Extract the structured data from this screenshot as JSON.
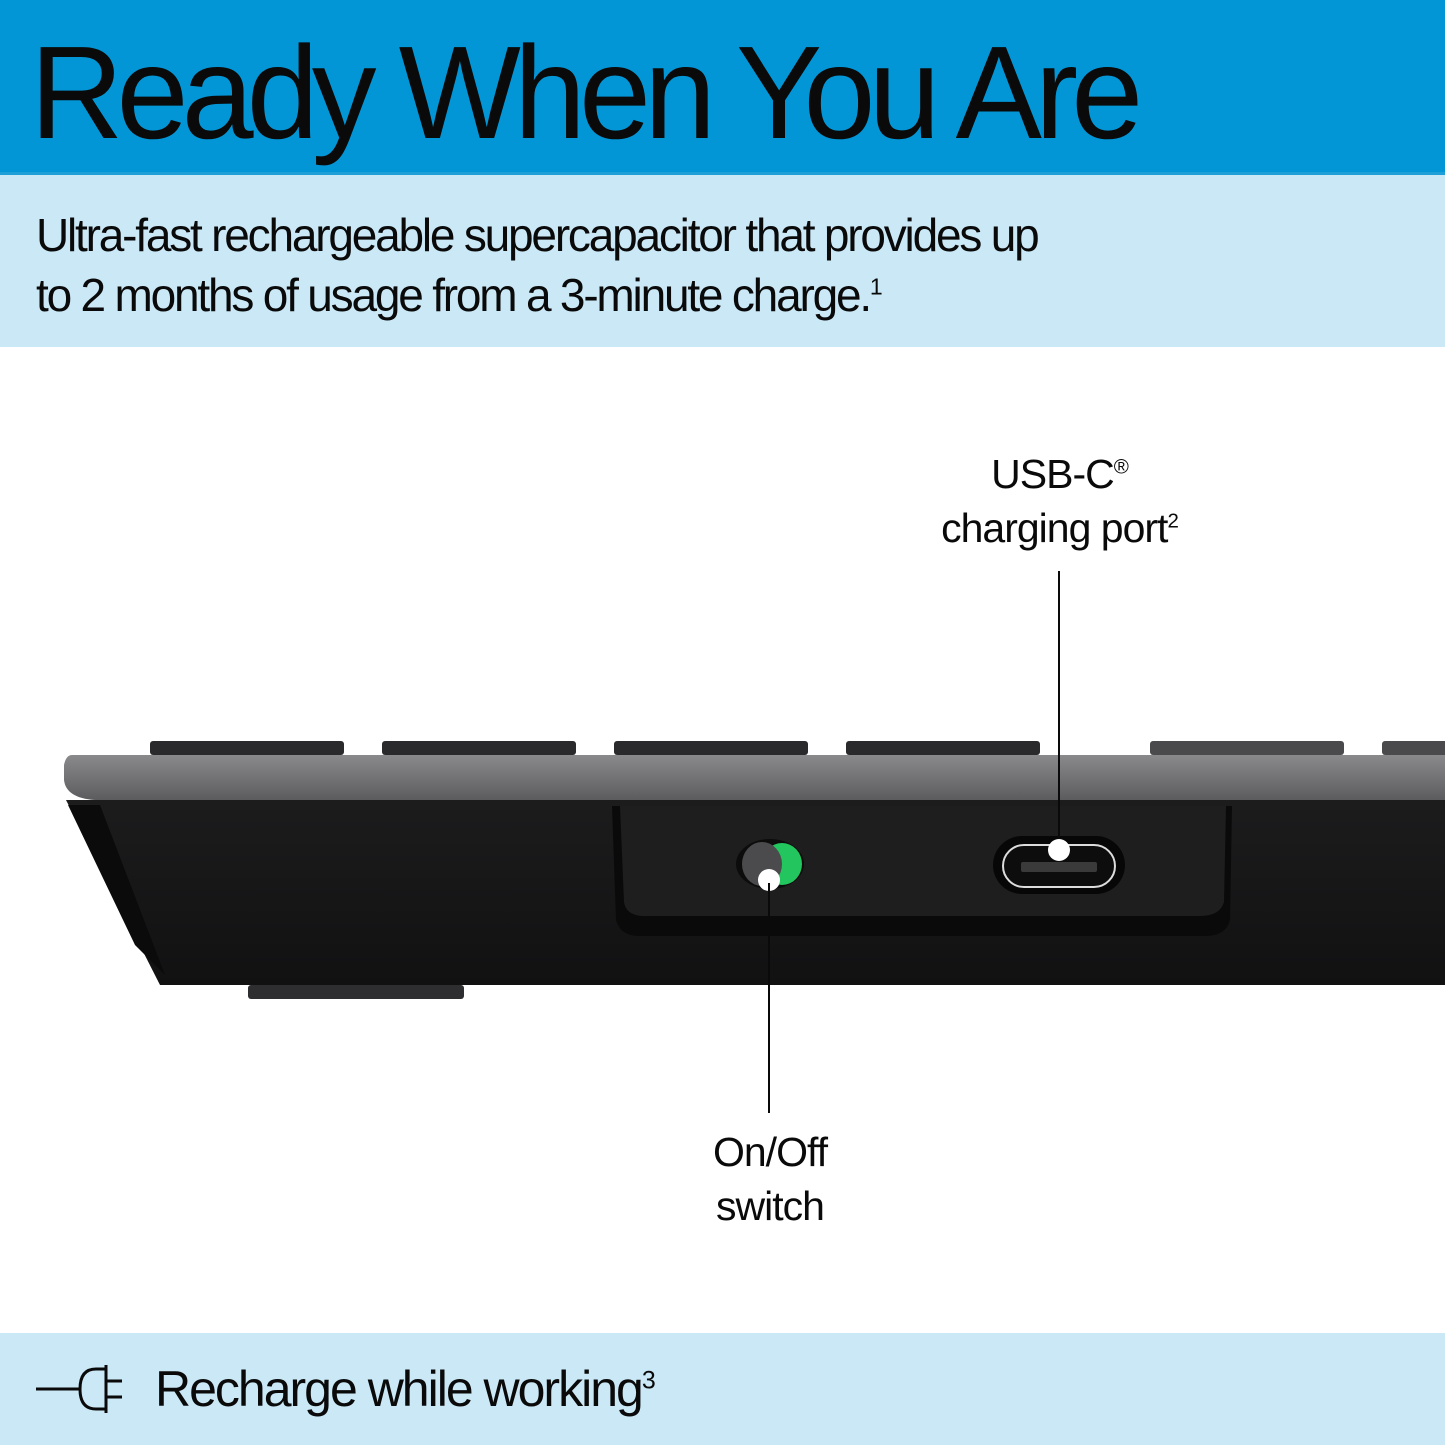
{
  "header": {
    "title": "Ready When You Are",
    "background_color": "#0396d6"
  },
  "subheader": {
    "line1": "Ultra-fast rechargeable supercapacitor that provides up",
    "line2": "to 2 months of usage from a 3-minute charge.",
    "footnote": "1",
    "background_color": "#cbe8f6"
  },
  "product": {
    "usb_label": {
      "line1": "USB-C",
      "line1_mark": "®",
      "line2": "charging port",
      "footnote": "2"
    },
    "switch_label": {
      "line1": "On/Off",
      "line2": "switch"
    },
    "switch_indicator_color": "#1fc45a"
  },
  "footer": {
    "icon": "plug-icon",
    "text": "Recharge while working",
    "footnote": "3"
  }
}
